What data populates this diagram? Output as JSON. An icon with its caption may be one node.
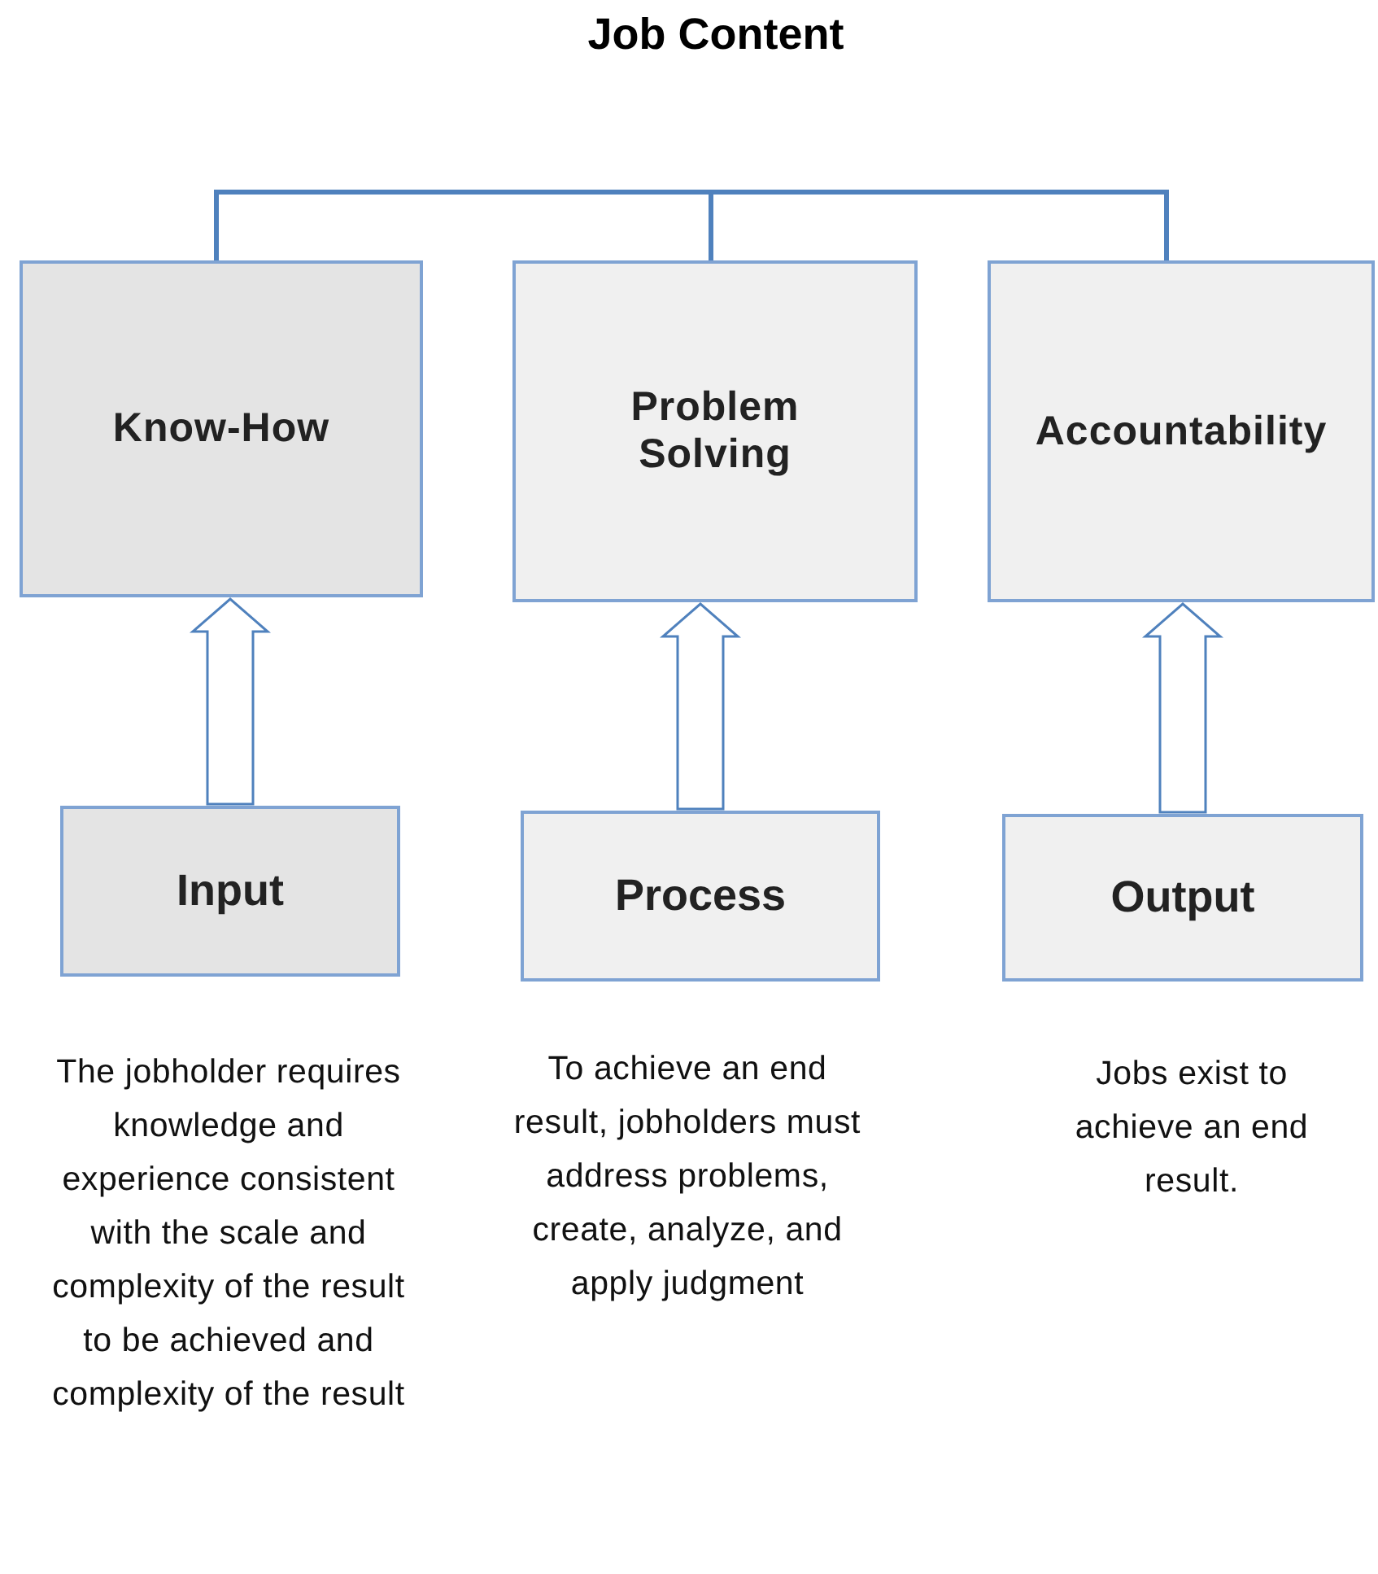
{
  "diagram": {
    "title": "Job Content",
    "nodes": [
      {
        "text": [
          "Know-How"
        ]
      },
      {
        "text": [
          "Problem Solving"
        ]
      },
      {
        "text": [
          "Accountability"
        ]
      },
      {
        "text": [
          "Input"
        ],
        "beside": [
          "The jobholder requires knowledge and experience consistent with the scale and complexity of the result to be achieved and complexity of the result"
        ]
      },
      {
        "text": [
          "Process"
        ],
        "beside": [
          "To achieve an end result, jobholders must address problems, create, analyze, and apply judgment"
        ]
      },
      {
        "text": [
          "Output"
        ],
        "beside": [
          "Jobs exist to achieve an end result."
        ]
      }
    ],
    "edges": [
      {
        "from": 0,
        "to": 1,
        "arrow": "none"
      },
      {
        "from": 1,
        "to": 2,
        "arrow": "none"
      },
      {
        "from": 3,
        "to": 0,
        "arrow": "to"
      },
      {
        "from": 4,
        "to": 1,
        "arrow": "to"
      },
      {
        "from": 5,
        "to": 2,
        "arrow": "to"
      }
    ]
  }
}
